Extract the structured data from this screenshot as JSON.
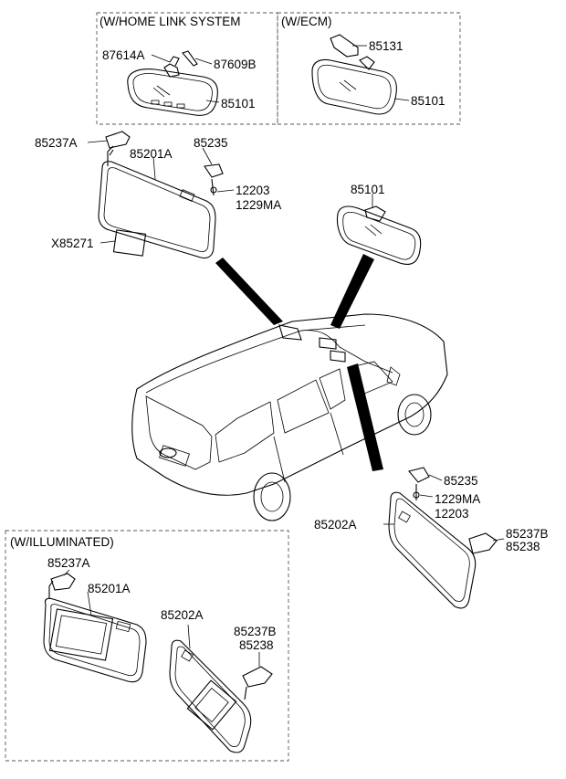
{
  "boxes": {
    "home_link": "(W/HOME LINK SYSTEM",
    "ecm": "(W/ECM)",
    "illuminated": "(W/ILLUMINATED)"
  },
  "labels": {
    "p87614A": "87614A",
    "p87609B": "87609B",
    "p85101_home": "85101",
    "p85131": "85131",
    "p85101_ecm": "85101",
    "p85237A_top": "85237A",
    "p85201A_top": "85201A",
    "p85235_top": "85235",
    "p12203_top": "12203",
    "p1229MA_top": "1229MA",
    "pX85271": "X85271",
    "p85101_main": "85101",
    "p85235_right": "85235",
    "p1229MA_right": "1229MA",
    "p12203_right": "12203",
    "p85202A_right": "85202A",
    "p85237B_right": "85237B",
    "p85238_right": "85238",
    "p85237A_ill": "85237A",
    "p85201A_ill": "85201A",
    "p85202A_ill": "85202A",
    "p85237B_ill": "85237B",
    "p85238_ill": "85238"
  }
}
